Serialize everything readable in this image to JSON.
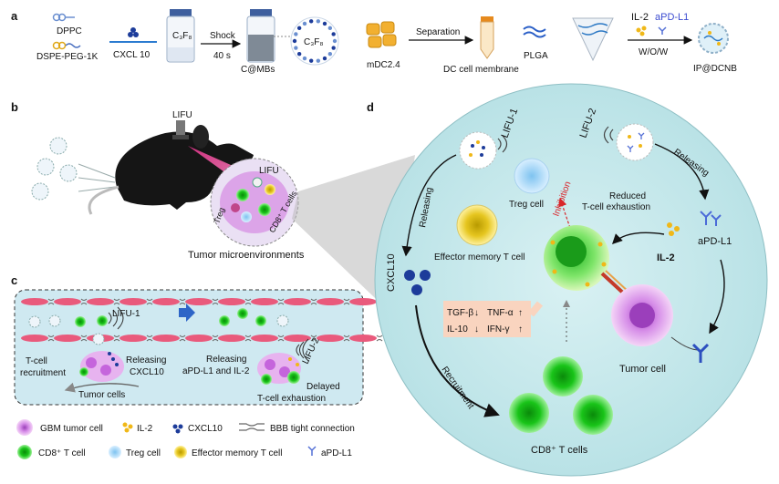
{
  "panels": {
    "a": "a",
    "b": "b",
    "c": "c",
    "d": "d"
  },
  "panel_a": {
    "dppc": "DPPC",
    "dspe": "DSPE-PEG-1K",
    "cxcl10": "CXCL 10",
    "c3f8_vial": "C₃F₈",
    "shock": "Shock",
    "shock_time": "40 s",
    "cmbs": "C@MBs",
    "c3f8_bubble": "C₃F₈",
    "mdc": "mDC2.4",
    "separation": "Separation",
    "dc_membrane": "DC cell membrane",
    "plga": "PLGA",
    "il2": "IL-2",
    "apdl1": "aPD-L1",
    "wow": "W/O/W",
    "ipdcnb": "IP@DCNB"
  },
  "panel_b": {
    "lifu": "LIFU",
    "lifu_inner": "LIFU",
    "treg": "Treg",
    "cd8": "CD8⁺ T cells",
    "tme": "Tumor microenvironments"
  },
  "panel_c": {
    "lifu1": "LIFU-1",
    "lifu2": "LIFU-2",
    "tcell_recruit_1": "T-cell",
    "tcell_recruit_2": "recruitment",
    "releasing_cxcl10_1": "Releasing",
    "releasing_cxcl10_2": "CXCL10",
    "tumor_cells": "Tumor cells",
    "releasing_apdl1_1": "Releasing",
    "releasing_apdl1_2": "aPD-L1 and IL-2",
    "delayed_1": "Delayed",
    "delayed_2": "T-cell exhaustion"
  },
  "panel_d": {
    "lifu1": "LIFU-1",
    "lifu2": "LIFU-2",
    "releasing_left": "Releasing",
    "releasing_right": "Releasing",
    "treg": "Treg cell",
    "inhibition": "Inhibition",
    "reduced_1": "Reduced",
    "reduced_2": "T-cell exhaustion",
    "effector": "Effector memory T cell",
    "cxcl10": "CXCL10",
    "il2": "IL-2",
    "apdl1": "aPD-L1",
    "tgf": "TGF-β",
    "tnf": "TNF-α",
    "il10": "IL-10",
    "ifn": "IFN-γ",
    "recruitment": "Recruitment",
    "tumor_cell": "Tumor cell",
    "cd8": "CD8⁺ T cells"
  },
  "legend": {
    "gbm": "GBM tumor cell",
    "il2": "IL-2",
    "cxcl10": "CXCL10",
    "bbb": "BBB tight connection",
    "cd8": "CD8⁺ T cell",
    "treg": "Treg cell",
    "effector": "Effector memory T cell",
    "apdl1": "aPD-L1"
  }
}
